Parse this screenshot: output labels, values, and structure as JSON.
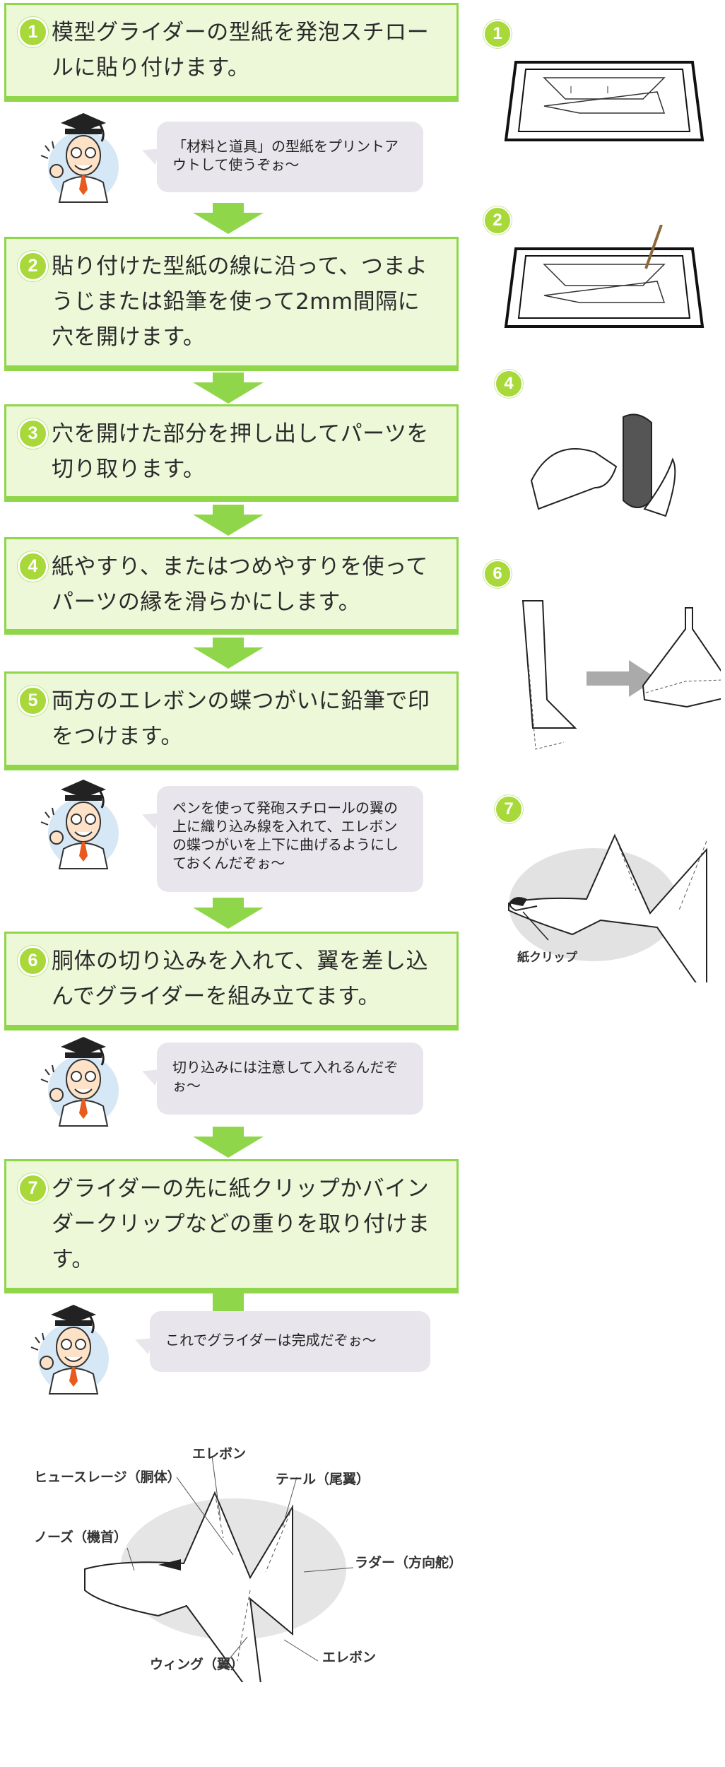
{
  "steps": [
    {
      "num": "1",
      "text": "模型グライダーの型紙を発泡スチロールに貼り付けます。"
    },
    {
      "num": "2",
      "text": "貼り付けた型紙の線に沿って、つまようじまたは鉛筆を使って2mm間隔に穴を開けます。"
    },
    {
      "num": "3",
      "text": "穴を開けた部分を押し出してパーツを切り取ります。"
    },
    {
      "num": "4",
      "text": "紙やすり、またはつめやすりを使ってパーツの縁を滑らかにします。"
    },
    {
      "num": "5",
      "text": "両方のエレボンの蝶つがいに鉛筆で印をつけます。"
    },
    {
      "num": "6",
      "text": "胴体の切り込みを入れて、翼を差し込んでグライダーを組み立てます。"
    },
    {
      "num": "7",
      "text": "グライダーの先に紙クリップかバインダークリップなどの重りを取り付けます。"
    }
  ],
  "tips": [
    "「材料と道具」の型紙をプリントアウトして使うぞぉ～",
    "ペンを使って発砲スチロールの翼の上に織り込み線を入れて、エレボンの蝶つがいを上下に曲げるようにしておくんだぞぉ～",
    "切り込みには注意して入れるんだぞぉ～",
    "これでグライダーは完成だぞぉ～"
  ],
  "figures": {
    "f1": "1",
    "f2": "2",
    "f4": "4",
    "f6": "6",
    "f7": "7",
    "clip_label": "紙クリップ"
  },
  "diagram": {
    "elevon_top": "エレボン",
    "fuselage": "ヒュースレージ（胴体）",
    "tail": "テール（尾翼）",
    "nose": "ノーズ（機首）",
    "rudder": "ラダー（方向舵）",
    "wing": "ウィング（翼）",
    "elevon_bottom": "エレボン"
  },
  "colors": {
    "accent_green": "#8fd64a",
    "step_bg": "#ecf8d8",
    "tip_bg": "#e8e6ec",
    "badge": "#a8d83a"
  },
  "icons": [
    "professor-icon",
    "down-arrow-icon"
  ]
}
